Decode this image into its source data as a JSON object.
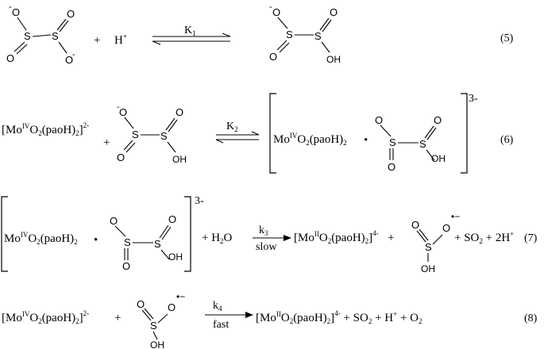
{
  "atoms": {
    "S": "S",
    "O": "O",
    "OH": "OH",
    "minus": "-",
    "radical": "•",
    "radical_anion": "•−"
  },
  "reactions": [
    {
      "number": "(5)",
      "plus": "+",
      "proton": {
        "base": "H",
        "charge": "+"
      },
      "constant": {
        "base": "K",
        "sub": "1"
      }
    },
    {
      "number": "(6)",
      "plus": "+",
      "complex_ox": {
        "pre": "[Mo",
        "ox": "IV",
        "mid": "O",
        "o_sub": "2",
        "lig": "(paoH)",
        "lig_sub": "2",
        "close": "]",
        "charge": "2-"
      },
      "constant": {
        "base": "K",
        "sub": "2"
      },
      "adduct_metal": {
        "pre": "Mo",
        "ox": "IV",
        "mid": "O",
        "o_sub": "2",
        "lig": "(paoH)",
        "lig_sub": "2"
      },
      "adduct_dot": "•",
      "adduct_charge": "3-"
    },
    {
      "number": "(7)",
      "adduct_metal": {
        "pre": "Mo",
        "ox": "IV",
        "mid": "O",
        "o_sub": "2",
        "lig": "(paoH)",
        "lig_sub": "2"
      },
      "adduct_dot": "•",
      "adduct_charge": "3-",
      "water": {
        "pre": "+ H",
        "sub": "2",
        "post": "O"
      },
      "constant": {
        "base": "k",
        "sub": "3"
      },
      "condition": "slow",
      "product": {
        "pre": "[Mo",
        "ox": "II",
        "mid": "O",
        "o_sub": "2",
        "lig": "(paoH)",
        "lig_sub": "2",
        "close": "]",
        "charge": "4-"
      },
      "plus": "+",
      "tail": {
        "so2_pre": "+ SO",
        "so2_sub": "2",
        "h_pre": " + 2H",
        "h_charge": "+"
      }
    },
    {
      "number": "(8)",
      "complex_ox": {
        "pre": "[Mo",
        "ox": "IV",
        "mid": "O",
        "o_sub": "2",
        "lig": "(paoH)",
        "lig_sub": "2",
        "close": "]",
        "charge": "2-"
      },
      "plus": "+",
      "constant": {
        "base": "k",
        "sub": "4"
      },
      "condition": "fast",
      "product": {
        "pre": "[Mo",
        "ox": "II",
        "mid": "O",
        "o_sub": "2",
        "lig": "(paoH)",
        "lig_sub": "2",
        "close": "]",
        "charge": "4-"
      },
      "tail": {
        "so2_pre": " + SO",
        "so2_sub": "2",
        "h_pre": " + H",
        "h_charge": "+",
        "o2_pre": " + O",
        "o2_sub": "2"
      }
    }
  ]
}
